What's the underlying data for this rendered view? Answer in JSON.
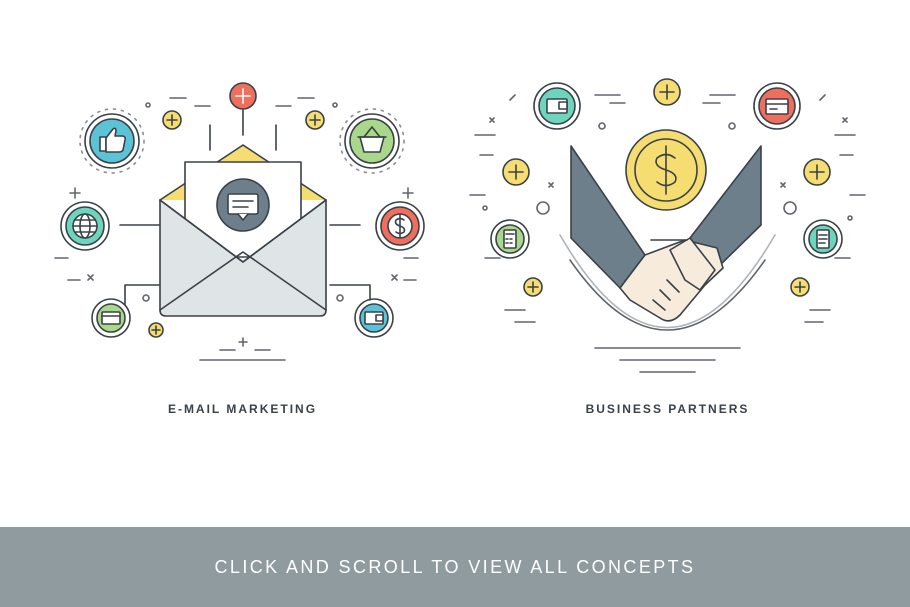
{
  "concepts": [
    {
      "label": "E-MAIL MARKETING"
    },
    {
      "label": "BUSINESS PARTNERS"
    }
  ],
  "banner": {
    "text": "CLICK AND SCROLL TO VIEW ALL CONCEPTS"
  },
  "colors": {
    "outline": "#3a4149",
    "blue": "#5bc3d6",
    "green": "#a9d88a",
    "teal": "#6dd5bd",
    "red": "#ef6f5f",
    "yellow": "#f5dd72",
    "gray_fill": "#dfe4e6",
    "sleeve": "#6d7f8a",
    "skin": "#f7ecdc",
    "banner": "#8f9b9f"
  },
  "icons": [
    "thumbs-up-icon",
    "basket-icon",
    "globe-icon",
    "dollar-icon",
    "credit-card-icon",
    "wallet-icon",
    "chat-bubble-icon",
    "plus-icon",
    "envelope-icon",
    "coin-icon",
    "handshake-icon",
    "calculator-icon",
    "document-icon"
  ]
}
